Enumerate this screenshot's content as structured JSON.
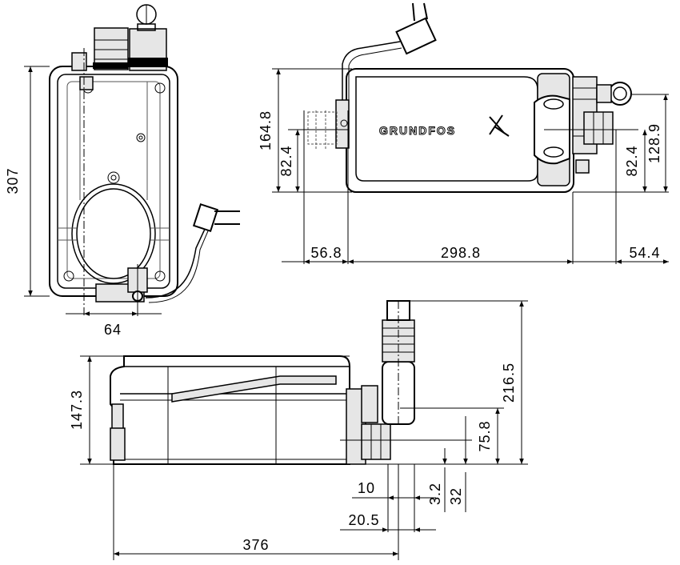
{
  "brand": {
    "logo_text": "GRUNDFOS"
  },
  "dimensions": {
    "front_height": "307",
    "front_outlet_offset": "64",
    "top_height": "164.8",
    "top_inlet_height": "82.4",
    "top_left_offset": "56.8",
    "top_length": "298.8",
    "top_right_offset": "54.4",
    "top_right_inlet": "82.4",
    "top_right_outlet": "128.9",
    "side_height": "147.3",
    "side_total_height": "216.5",
    "side_inlet_height": "75.8",
    "side_small_a": "10",
    "side_small_b": "3.2",
    "side_small_c": "32",
    "side_offset": "20.5",
    "side_length": "376"
  }
}
